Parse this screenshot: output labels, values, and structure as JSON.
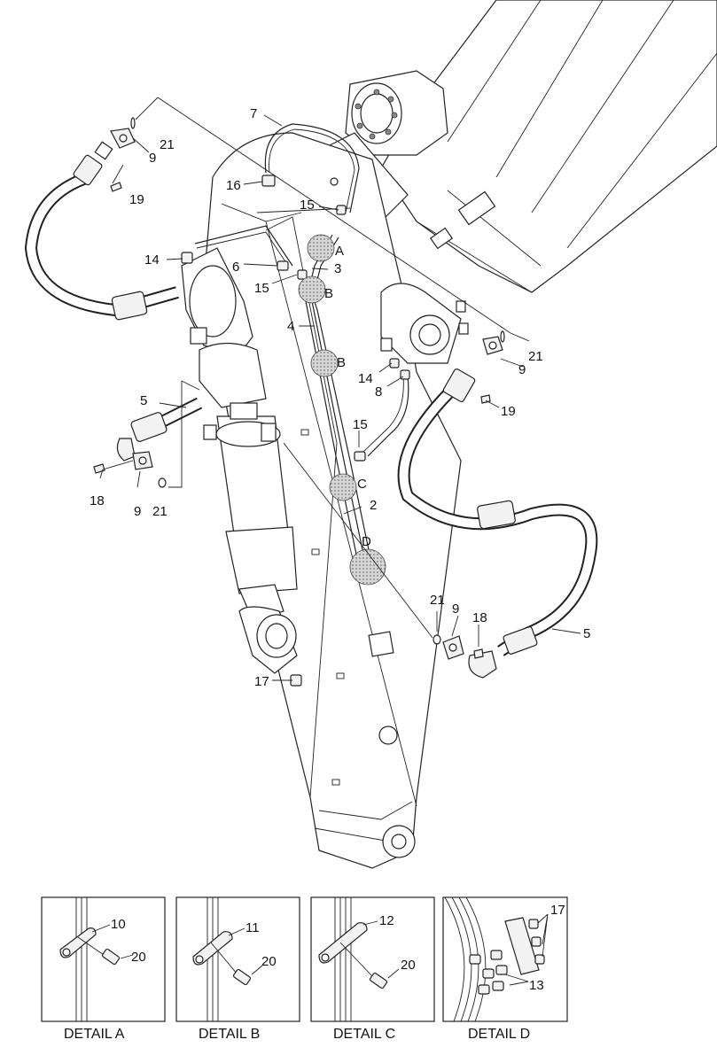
{
  "callouts": {
    "c7": "7",
    "c21a": "21",
    "c9a": "9",
    "c19a": "19",
    "c16": "16",
    "c15a": "15",
    "cA": "A",
    "c14a": "14",
    "c6": "6",
    "c3": "3",
    "c15b": "15",
    "cB1": "B",
    "c4": "4",
    "cB2": "B",
    "c21b": "21",
    "c9b": "9",
    "c14b": "14",
    "c8": "8",
    "c19b": "19",
    "c5a": "5",
    "c15c": "15",
    "cC": "C",
    "c2": "2",
    "c18a": "18",
    "c9c": "9",
    "c21c": "21",
    "cD": "D",
    "c21d": "21",
    "c9d": "9",
    "c18b": "18",
    "c5b": "5",
    "c17": "17"
  },
  "details": [
    {
      "title": "DETAIL  A",
      "part": "10",
      "bolt": "20"
    },
    {
      "title": "DETAIL  B",
      "part": "11",
      "bolt": "20"
    },
    {
      "title": "DETAIL  C",
      "part": "12",
      "bolt": "20"
    },
    {
      "title": "DETAIL  D",
      "part": "13",
      "bolt": "17"
    }
  ],
  "colors": {
    "line": "#222222",
    "part_fill": "#f2f2f2",
    "detail_circle": "#b0b0b0"
  }
}
